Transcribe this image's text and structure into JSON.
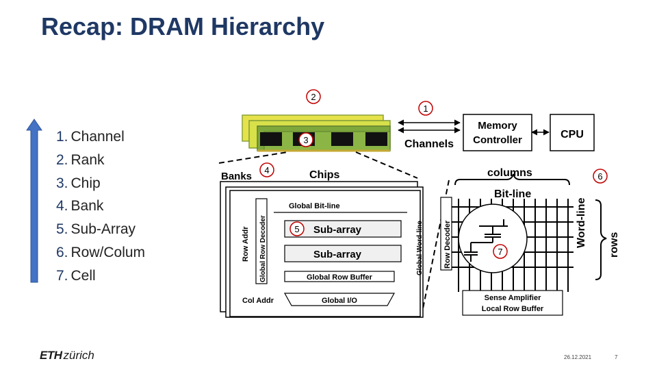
{
  "slide": {
    "title": "Recap: DRAM Hierarchy",
    "levels": [
      {
        "num": "1.",
        "label": "Channel"
      },
      {
        "num": "2.",
        "label": "Rank"
      },
      {
        "num": "3.",
        "label": "Chip"
      },
      {
        "num": "4.",
        "label": "Bank"
      },
      {
        "num": "5.",
        "label": "Sub-Array"
      },
      {
        "num": "6.",
        "label": "Row/Colum"
      },
      {
        "num": "7.",
        "label": "Cell"
      }
    ],
    "accent_color": "#1f3864",
    "arrow_color": "#4472c4",
    "marker_color": "#c00000"
  },
  "diagram": {
    "channels": "Channels",
    "memory_controller_line1": "Memory",
    "memory_controller_line2": "Controller",
    "cpu": "CPU",
    "banks": "Banks",
    "chips": "Chips",
    "columns": "columns",
    "bit_line": "Bit-line",
    "word_line": "Word-line",
    "rows": "rows",
    "global_bit_line": "Global Bit-line",
    "global_row_decoder": "Global Row Decoder",
    "row_addr": "Row Addr",
    "sub_array_1": "Sub-array",
    "sub_array_2": "Sub-array",
    "global_word_line": "Global Word-line",
    "global_row_buffer": "Global Row Buffer",
    "col_addr": "Col Addr",
    "global_io": "Global I/O",
    "row_decoder": "Row Decoder",
    "sense_amplifier": "Sense Amplifier",
    "local_row_buffer": "Local Row Buffer",
    "markers": [
      "1",
      "2",
      "3",
      "4",
      "5",
      "6",
      "7"
    ]
  },
  "footer": {
    "logo_eth": "ETH",
    "logo_zurich": "zürich",
    "date": "26.12.2021",
    "page": "7"
  }
}
